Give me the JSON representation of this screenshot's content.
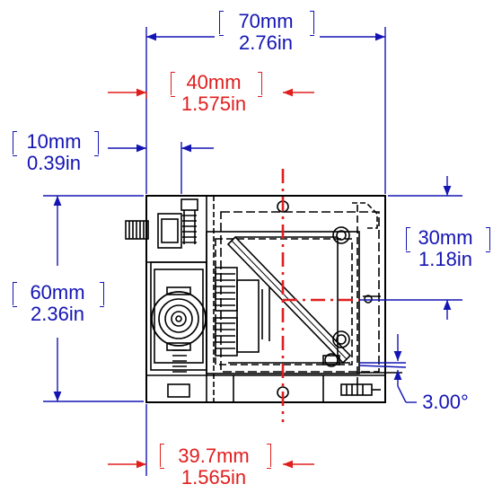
{
  "dimensions": {
    "width_total": {
      "metric": "70mm",
      "imperial": "2.76in",
      "color": "#1414b4"
    },
    "center_offset": {
      "metric": "40mm",
      "imperial": "1.575in",
      "color": "#e01e1e"
    },
    "left_offset": {
      "metric": "10mm",
      "imperial": "0.39in",
      "color": "#1414b4"
    },
    "height_total": {
      "metric": "60mm",
      "imperial": "2.36in",
      "color": "#1414b4"
    },
    "beam_height": {
      "metric": "30mm",
      "imperial": "1.18in",
      "color": "#1414b4"
    },
    "beam_position": {
      "metric": "39.7mm",
      "imperial": "1.565in",
      "color": "#e01e1e"
    },
    "angle": {
      "value": "3.00°",
      "color": "#1414b4"
    }
  },
  "colors": {
    "dimension_line": "#1414b4",
    "centerline": "#e01e1e",
    "outline": "#000000"
  }
}
